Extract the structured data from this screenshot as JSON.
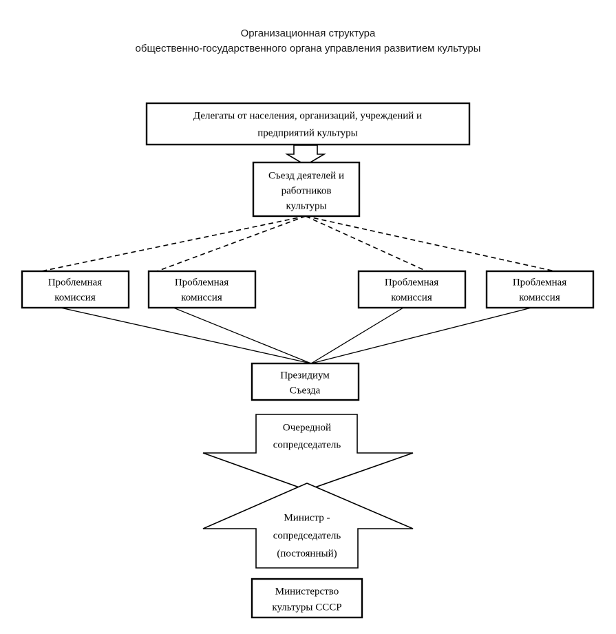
{
  "title": {
    "line1": "Организационная структура",
    "line2": "общественно-государственного органа управления развитием культуры"
  },
  "nodes": {
    "delegates": {
      "label_lines": [
        "Делегаты от населения, организаций, учреждений и",
        "предприятий культуры"
      ],
      "shape": "rectangle"
    },
    "congress": {
      "label_lines": [
        "Съезд деятелей и",
        "работников",
        "культуры"
      ],
      "shape": "rectangle"
    },
    "commission_1": {
      "label_lines": [
        "Проблемная",
        "комиссия"
      ],
      "shape": "rectangle"
    },
    "commission_2": {
      "label_lines": [
        "Проблемная",
        "комиссия"
      ],
      "shape": "rectangle"
    },
    "commission_3": {
      "label_lines": [
        "Проблемная",
        "комиссия"
      ],
      "shape": "rectangle"
    },
    "commission_4": {
      "label_lines": [
        "Проблемная",
        "комиссия"
      ],
      "shape": "rectangle"
    },
    "presidium": {
      "label_lines": [
        "Президиум",
        "Съезда"
      ],
      "shape": "rectangle"
    },
    "cochair_rotating": {
      "label_lines": [
        "Очередной",
        "сопредседатель"
      ],
      "shape": "down-arrow"
    },
    "cochair_minister": {
      "label_lines": [
        "Министр -",
        "сопредседатель",
        "(постоянный)"
      ],
      "shape": "up-arrow"
    },
    "ministry": {
      "label_lines": [
        "Министерство",
        "культуры СССР"
      ],
      "shape": "rectangle"
    }
  },
  "connectors": {
    "delegates_to_congress": {
      "style": "block-arrow",
      "direction": "down"
    },
    "congress_to_commissions": {
      "style": "dashed",
      "count": 4
    },
    "commissions_to_presidium": {
      "style": "solid",
      "count": 4
    }
  },
  "colors": {
    "stroke": "#000000",
    "fill": "#ffffff",
    "title_text": "#1a1a1a",
    "node_text": "#000000"
  }
}
